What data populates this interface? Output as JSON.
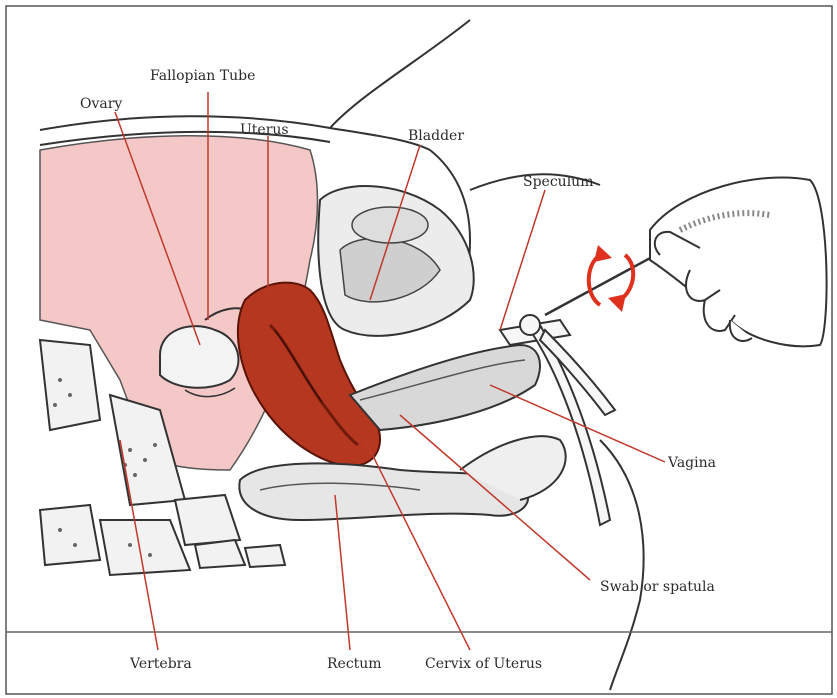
{
  "labels": {
    "fallopian_tube": "Fallopian Tube",
    "ovary": "Ovary",
    "uterus": "Uterus",
    "bladder": "Bladder",
    "speculum": "Speculum",
    "vagina": "Vagina",
    "swab": "Swab or spatula",
    "vertebra": "Vertebra",
    "rectum": "Rectum",
    "cervix": "Cervix of Uterus"
  },
  "colors": {
    "abdomen_fill": "#f5c8c8",
    "uterus_fill": "#b5371f",
    "uterus_dark": "#6e1a0c",
    "leader_line": "#c0392b",
    "outline": "#3a3a3a",
    "rotation_arrow": "#e0301e"
  }
}
